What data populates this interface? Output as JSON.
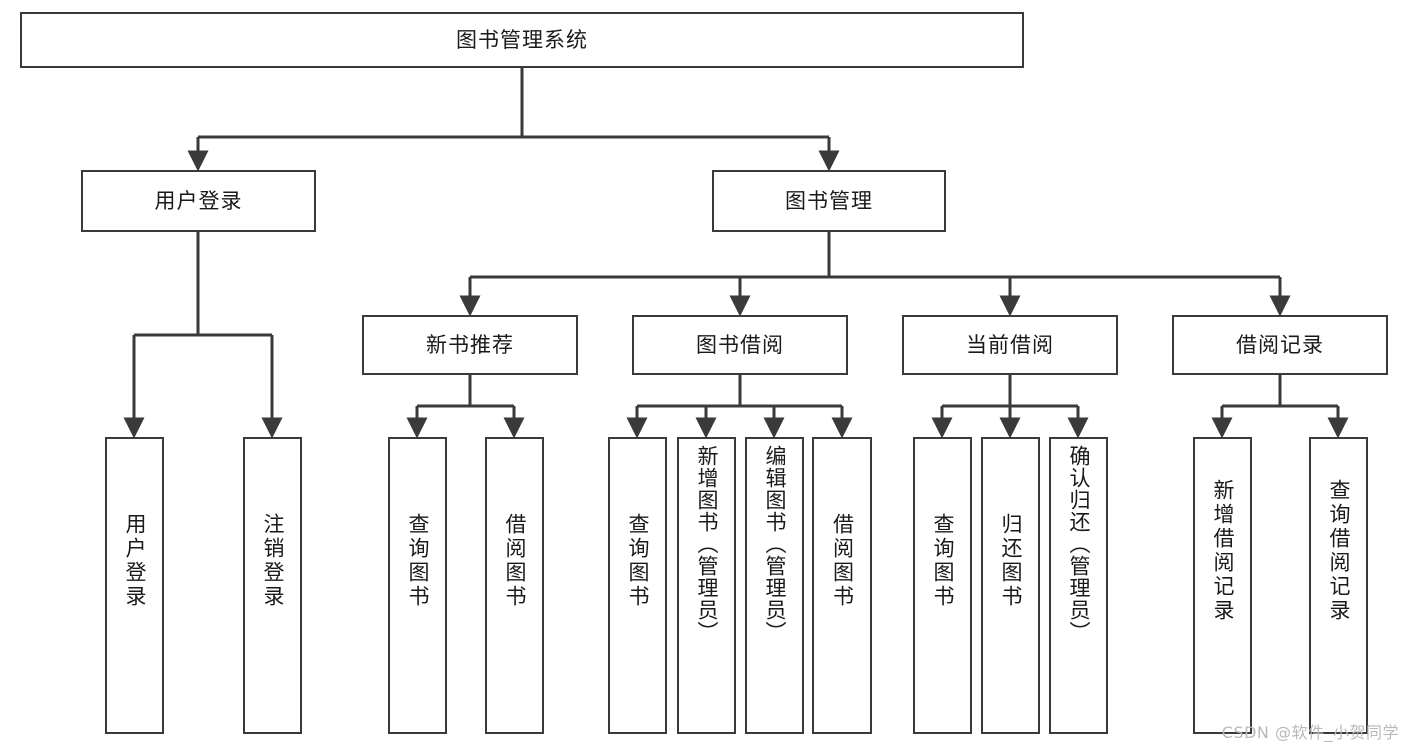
{
  "diagram": {
    "type": "tree-hierarchy",
    "title": "图书管理系统",
    "watermark": "CSDN @软件_小贺同学",
    "colors": {
      "box_border": "#3a3a3a",
      "box_fill": "#ffffff",
      "edge": "#3a3a3a",
      "text": "#1a1a1a",
      "watermark": "#b9b9b9"
    },
    "levels": {
      "level1": [
        "图书管理系统"
      ],
      "level2": [
        "用户登录",
        "图书管理"
      ],
      "level3": [
        "新书推荐",
        "图书借阅",
        "当前借阅",
        "借阅记录"
      ],
      "level4": [
        "用户登录",
        "注销登录",
        "查询图书",
        "借阅图书",
        "查询图书",
        "新增图书（管理员）",
        "编辑图书（管理员）",
        "借阅图书",
        "查询图书",
        "归还图书",
        "确认归还（管理员）",
        "新增借阅记录",
        "查询借阅记录"
      ]
    },
    "nodes": {
      "root": {
        "label": "图书管理系统"
      },
      "user_login": {
        "label": "用户登录"
      },
      "book_mgmt": {
        "label": "图书管理"
      },
      "new_book_rec": {
        "label": "新书推荐"
      },
      "book_borrow": {
        "label": "图书借阅"
      },
      "current_borrow": {
        "label": "当前借阅"
      },
      "borrow_record": {
        "label": "借阅记录"
      },
      "leaf_user_login": {
        "label": "用户登录"
      },
      "leaf_user_logout": {
        "label": "注销登录"
      },
      "leaf_nbr_query": {
        "label": "查询图书"
      },
      "leaf_nbr_borrow": {
        "label": "借阅图书"
      },
      "leaf_bb_query": {
        "label": "查询图书"
      },
      "leaf_bb_add": {
        "label": "新增图书（管理员）"
      },
      "leaf_bb_edit": {
        "label": "编辑图书（管理员）"
      },
      "leaf_bb_borrow": {
        "label": "借阅图书"
      },
      "leaf_cb_query": {
        "label": "查询图书"
      },
      "leaf_cb_return": {
        "label": "归还图书"
      },
      "leaf_cb_confirm": {
        "label": "确认归还（管理员）"
      },
      "leaf_br_add": {
        "label": "新增借阅记录"
      },
      "leaf_br_query": {
        "label": "查询借阅记录"
      }
    },
    "edges": [
      {
        "from": "root",
        "to": "user_login"
      },
      {
        "from": "root",
        "to": "book_mgmt"
      },
      {
        "from": "user_login",
        "to": "leaf_user_login"
      },
      {
        "from": "user_login",
        "to": "leaf_user_logout"
      },
      {
        "from": "book_mgmt",
        "to": "new_book_rec"
      },
      {
        "from": "book_mgmt",
        "to": "book_borrow"
      },
      {
        "from": "book_mgmt",
        "to": "current_borrow"
      },
      {
        "from": "book_mgmt",
        "to": "borrow_record"
      },
      {
        "from": "new_book_rec",
        "to": "leaf_nbr_query"
      },
      {
        "from": "new_book_rec",
        "to": "leaf_nbr_borrow"
      },
      {
        "from": "book_borrow",
        "to": "leaf_bb_query"
      },
      {
        "from": "book_borrow",
        "to": "leaf_bb_add"
      },
      {
        "from": "book_borrow",
        "to": "leaf_bb_edit"
      },
      {
        "from": "book_borrow",
        "to": "leaf_bb_borrow"
      },
      {
        "from": "current_borrow",
        "to": "leaf_cb_query"
      },
      {
        "from": "current_borrow",
        "to": "leaf_cb_return"
      },
      {
        "from": "current_borrow",
        "to": "leaf_cb_confirm"
      },
      {
        "from": "borrow_record",
        "to": "leaf_br_add"
      },
      {
        "from": "borrow_record",
        "to": "leaf_br_query"
      }
    ]
  }
}
